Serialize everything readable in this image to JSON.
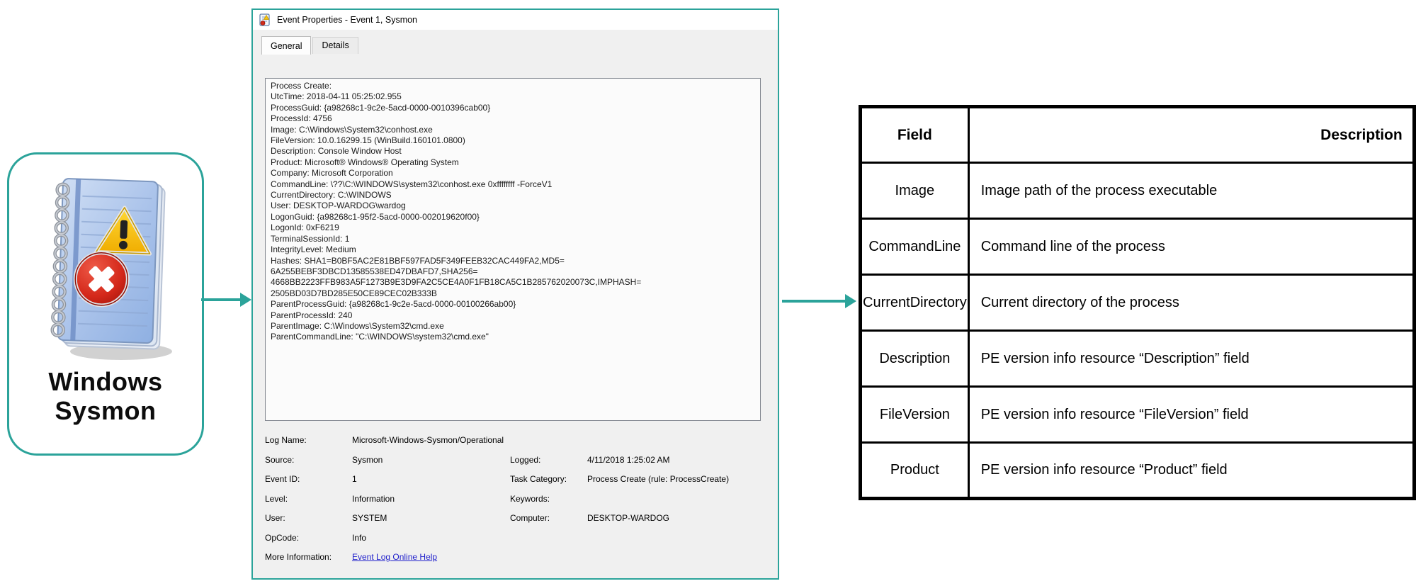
{
  "colors": {
    "accent_teal": "#2BA39A",
    "link_blue": "#2222CC",
    "table_border": "#000000",
    "dialog_body": "#F0F0F0"
  },
  "sysmon": {
    "icon": "notebook-alert-icon",
    "label_line1": "Windows",
    "label_line2": "Sysmon"
  },
  "dialog": {
    "icon": "event-properties-icon",
    "title": "Event Properties - Event 1, Sysmon",
    "tabs": [
      {
        "label": "General",
        "active": true
      },
      {
        "label": "Details",
        "active": false
      }
    ],
    "event_text_lines": [
      "Process Create:",
      "UtcTime: 2018-04-11 05:25:02.955",
      "ProcessGuid: {a98268c1-9c2e-5acd-0000-0010396cab00}",
      "ProcessId: 4756",
      "Image: C:\\Windows\\System32\\conhost.exe",
      "FileVersion: 10.0.16299.15 (WinBuild.160101.0800)",
      "Description: Console Window Host",
      "Product: Microsoft® Windows® Operating System",
      "Company: Microsoft Corporation",
      "CommandLine: \\??\\C:\\WINDOWS\\system32\\conhost.exe 0xffffffff -ForceV1",
      "CurrentDirectory: C:\\WINDOWS",
      "User: DESKTOP-WARDOG\\wardog",
      "LogonGuid: {a98268c1-95f2-5acd-0000-002019620f00}",
      "LogonId: 0xF6219",
      "TerminalSessionId: 1",
      "IntegrityLevel: Medium",
      "Hashes: SHA1=B0BF5AC2E81BBF597FAD5F349FEEB32CAC449FA2,MD5=",
      "6A255BEBF3DBCD13585538ED47DBAFD7,SHA256=",
      "4668BB2223FFB983A5F1273B9E3D9FA2C5CE4A0F1FB18CA5C1B285762020073C,IMPHASH=",
      "2505BD03D7BD285E50CE89CEC02B333B",
      "ParentProcessGuid: {a98268c1-9c2e-5acd-0000-00100266ab00}",
      "ParentProcessId: 240",
      "ParentImage: C:\\Windows\\System32\\cmd.exe",
      "ParentCommandLine: \"C:\\WINDOWS\\system32\\cmd.exe\""
    ],
    "footer_rows": [
      {
        "label": "Log Name:",
        "value": "Microsoft-Windows-Sysmon/Operational",
        "label2": "",
        "value2": ""
      },
      {
        "label": "Source:",
        "value": "Sysmon",
        "label2": "Logged:",
        "value2": "4/11/2018 1:25:02 AM"
      },
      {
        "label": "Event ID:",
        "value": "1",
        "label2": "Task Category:",
        "value2": "Process Create (rule: ProcessCreate)"
      },
      {
        "label": "Level:",
        "value": "Information",
        "label2": "Keywords:",
        "value2": ""
      },
      {
        "label": "User:",
        "value": "SYSTEM",
        "label2": "Computer:",
        "value2": "DESKTOP-WARDOG"
      },
      {
        "label": "OpCode:",
        "value": "Info",
        "label2": "",
        "value2": ""
      },
      {
        "label": "More Information:",
        "link": "Event Log Online Help"
      }
    ]
  },
  "table": {
    "headers": [
      "Field",
      "Description"
    ],
    "rows": [
      [
        "Image",
        "Image path of the process executable"
      ],
      [
        "CommandLine",
        "Command line of the process"
      ],
      [
        "CurrentDirectory",
        "Current directory of the process"
      ],
      [
        "Description",
        "PE version info resource “Description” field"
      ],
      [
        "FileVersion",
        "PE version info resource “FileVersion” field"
      ],
      [
        "Product",
        "PE version info resource “Product” field"
      ]
    ]
  }
}
